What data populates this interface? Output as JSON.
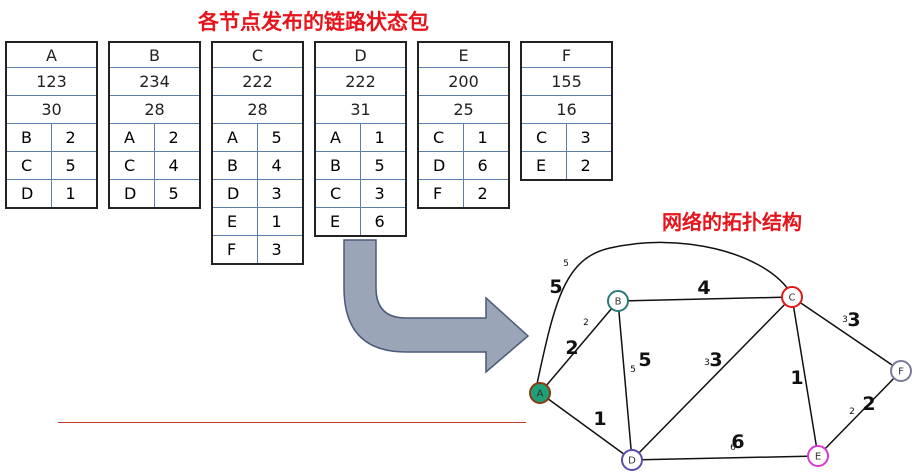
{
  "titles": {
    "main": "各节点发布的链路状态包",
    "topology": "网络的拓扑结构"
  },
  "packets": [
    {
      "id": "A",
      "seq": "123",
      "age": "30",
      "neighbors": [
        [
          "B",
          "2"
        ],
        [
          "C",
          "5"
        ],
        [
          "D",
          "1"
        ]
      ]
    },
    {
      "id": "B",
      "seq": "234",
      "age": "28",
      "neighbors": [
        [
          "A",
          "2"
        ],
        [
          "C",
          "4"
        ],
        [
          "D",
          "5"
        ]
      ]
    },
    {
      "id": "C",
      "seq": "222",
      "age": "28",
      "neighbors": [
        [
          "A",
          "5"
        ],
        [
          "B",
          "4"
        ],
        [
          "D",
          "3"
        ],
        [
          "E",
          "1"
        ],
        [
          "F",
          "3"
        ]
      ]
    },
    {
      "id": "D",
      "seq": "222",
      "age": "31",
      "neighbors": [
        [
          "A",
          "1"
        ],
        [
          "B",
          "5"
        ],
        [
          "C",
          "3"
        ],
        [
          "E",
          "6"
        ]
      ]
    },
    {
      "id": "E",
      "seq": "200",
      "age": "25",
      "neighbors": [
        [
          "C",
          "1"
        ],
        [
          "D",
          "6"
        ],
        [
          "F",
          "2"
        ]
      ]
    },
    {
      "id": "F",
      "seq": "155",
      "age": "16",
      "neighbors": [
        [
          "C",
          "3"
        ],
        [
          "E",
          "2"
        ]
      ]
    }
  ],
  "graph": {
    "nodes": [
      {
        "id": "A",
        "label": "A",
        "stroke": "#8a3b12",
        "fill": "#1f9e78"
      },
      {
        "id": "B",
        "label": "B",
        "stroke": "#2a7a78",
        "fill": "#ffffff"
      },
      {
        "id": "C",
        "label": "C",
        "stroke": "#e01818",
        "fill": "#ffffff"
      },
      {
        "id": "D",
        "label": "D",
        "stroke": "#5a4fa8",
        "fill": "#ffffff"
      },
      {
        "id": "E",
        "label": "E",
        "stroke": "#d63ad6",
        "fill": "#ffffff"
      },
      {
        "id": "F",
        "label": "F",
        "stroke": "#7a7a9a",
        "fill": "#ffffff"
      }
    ],
    "edges": [
      {
        "from": "A",
        "to": "B",
        "weight": "2",
        "small": "2"
      },
      {
        "from": "A",
        "to": "C",
        "weight": "5",
        "small": "5"
      },
      {
        "from": "A",
        "to": "D",
        "weight": "1",
        "small": ""
      },
      {
        "from": "B",
        "to": "C",
        "weight": "4",
        "small": ""
      },
      {
        "from": "B",
        "to": "D",
        "weight": "5",
        "small": "5"
      },
      {
        "from": "C",
        "to": "D",
        "weight": "3",
        "small": "3"
      },
      {
        "from": "C",
        "to": "E",
        "weight": "1",
        "small": ""
      },
      {
        "from": "C",
        "to": "F",
        "weight": "3",
        "small": "3"
      },
      {
        "from": "D",
        "to": "E",
        "weight": "6",
        "small": "6"
      },
      {
        "from": "E",
        "to": "F",
        "weight": "2",
        "small": "2"
      }
    ]
  },
  "colors": {
    "title": "#e8141b",
    "arrow_fill": "#9aa5b8",
    "arrow_stroke": "#4a5a78",
    "divider": "#c0392b"
  }
}
